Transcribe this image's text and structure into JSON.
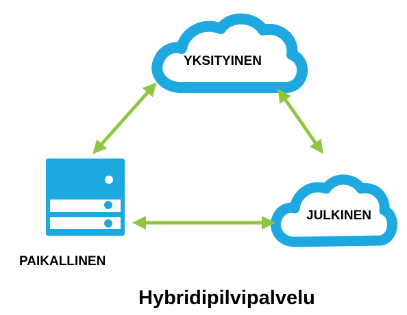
{
  "diagram": {
    "title": "Hybridipilvipalvelu",
    "nodes": {
      "private_cloud": {
        "label": "YKSITYINEN",
        "icon": "cloud-icon"
      },
      "public_cloud": {
        "label": "JULKINEN",
        "icon": "cloud-icon"
      },
      "on_premises": {
        "label": "PAIKALLINEN",
        "icon": "server-icon"
      }
    },
    "connections": [
      {
        "from": "on_premises",
        "to": "private_cloud",
        "type": "bidirectional"
      },
      {
        "from": "private_cloud",
        "to": "public_cloud",
        "type": "bidirectional"
      },
      {
        "from": "on_premises",
        "to": "public_cloud",
        "type": "bidirectional"
      }
    ],
    "colors": {
      "cloud": "#1ea8e0",
      "server": "#1ea8e0",
      "arrow": "#8dc63f",
      "text": "#000000"
    }
  }
}
